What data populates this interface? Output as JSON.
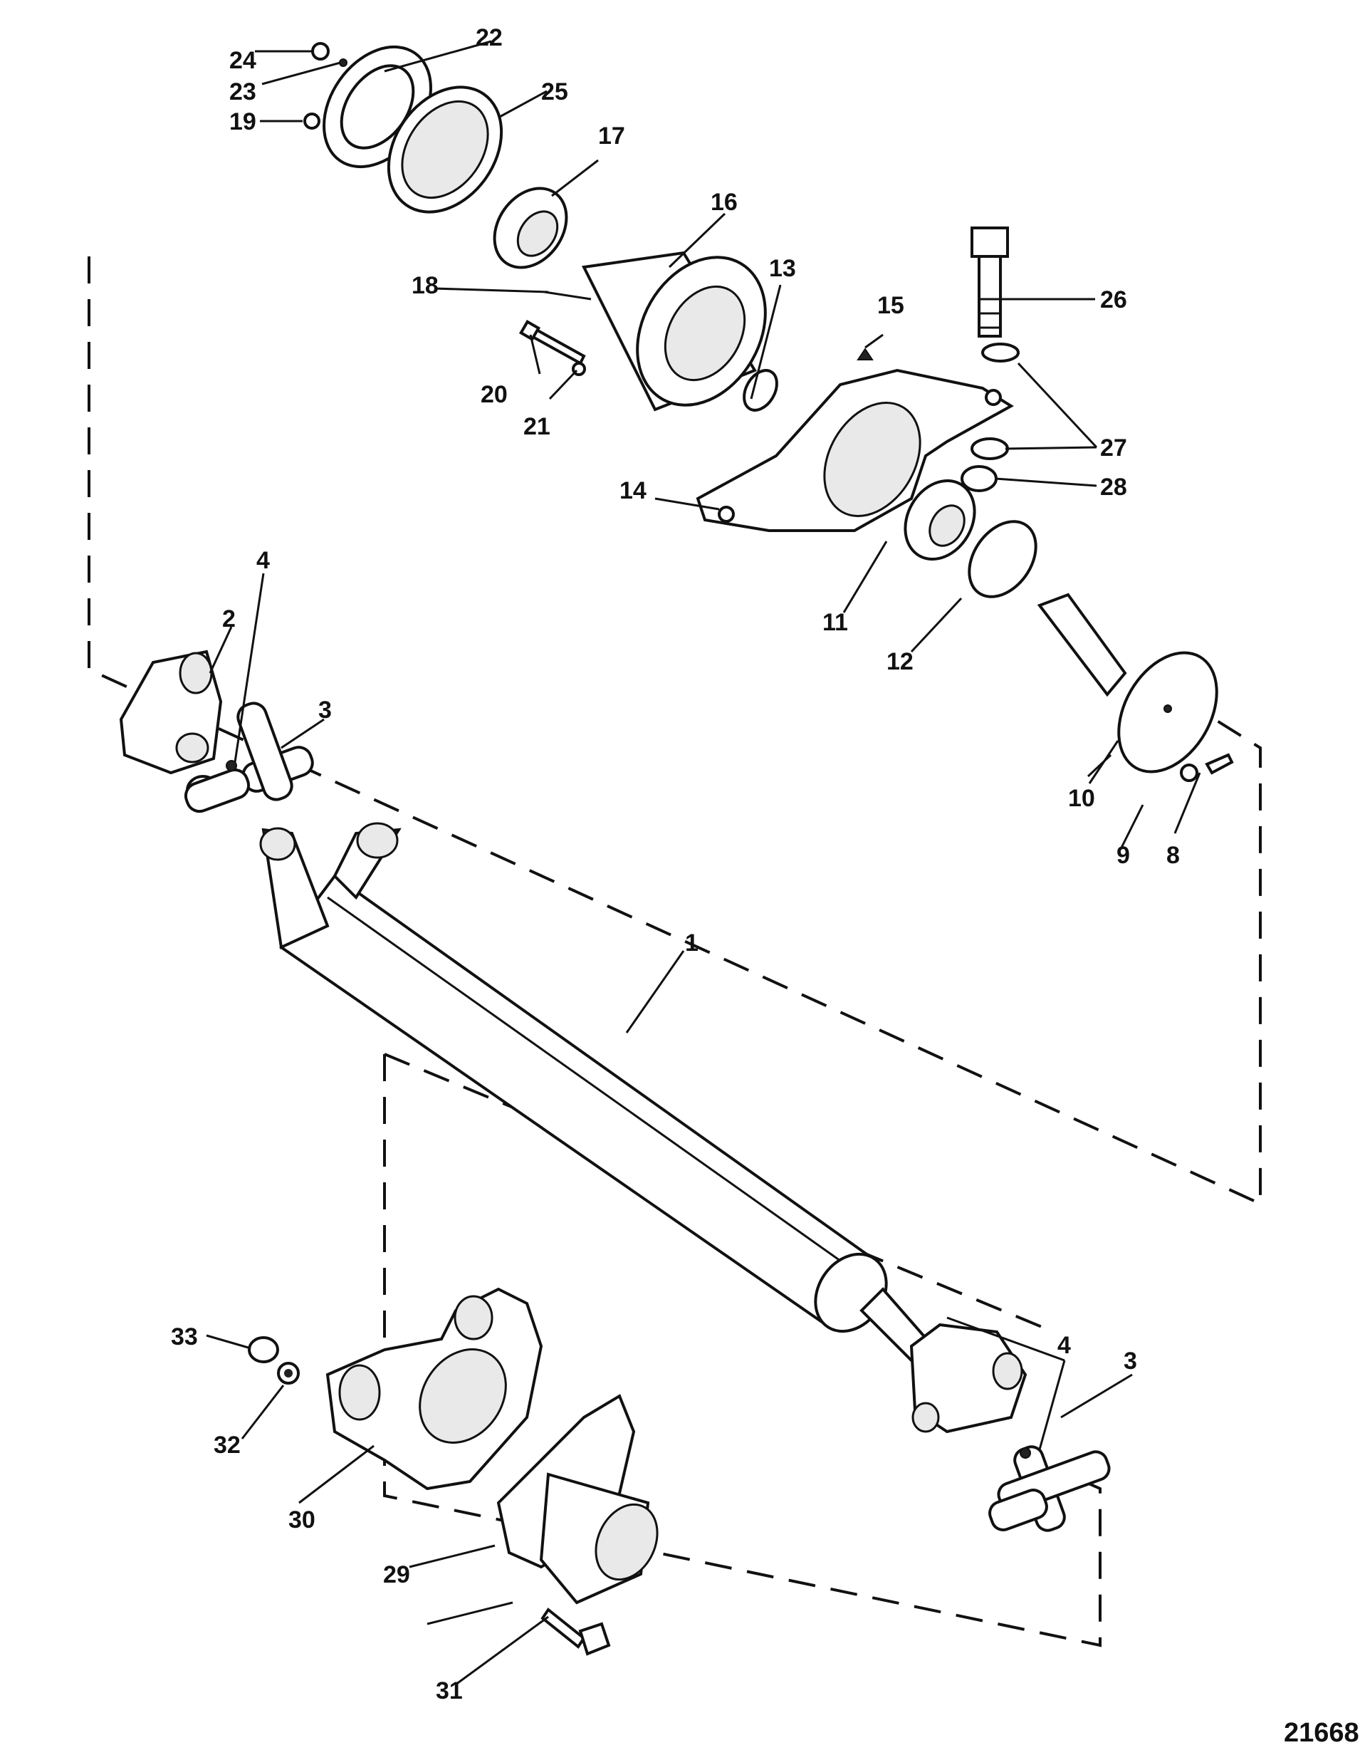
{
  "figure_number": "21668",
  "callouts": [
    {
      "id": "c1",
      "label": "1"
    },
    {
      "id": "c2",
      "label": "2"
    },
    {
      "id": "c3a",
      "label": "3"
    },
    {
      "id": "c3b",
      "label": "3"
    },
    {
      "id": "c4a",
      "label": "4"
    },
    {
      "id": "c4b",
      "label": "4"
    },
    {
      "id": "c8",
      "label": "8"
    },
    {
      "id": "c9",
      "label": "9"
    },
    {
      "id": "c10",
      "label": "10"
    },
    {
      "id": "c11",
      "label": "11"
    },
    {
      "id": "c12",
      "label": "12"
    },
    {
      "id": "c13",
      "label": "13"
    },
    {
      "id": "c14",
      "label": "14"
    },
    {
      "id": "c15",
      "label": "15"
    },
    {
      "id": "c16",
      "label": "16"
    },
    {
      "id": "c17",
      "label": "17"
    },
    {
      "id": "c18",
      "label": "18"
    },
    {
      "id": "c19",
      "label": "19"
    },
    {
      "id": "c20",
      "label": "20"
    },
    {
      "id": "c21",
      "label": "21"
    },
    {
      "id": "c22",
      "label": "22"
    },
    {
      "id": "c23",
      "label": "23"
    },
    {
      "id": "c24",
      "label": "24"
    },
    {
      "id": "c25",
      "label": "25"
    },
    {
      "id": "c26",
      "label": "26"
    },
    {
      "id": "c27",
      "label": "27"
    },
    {
      "id": "c28",
      "label": "28"
    },
    {
      "id": "c29",
      "label": "29"
    },
    {
      "id": "c30",
      "label": "30"
    },
    {
      "id": "c31",
      "label": "31"
    },
    {
      "id": "c32",
      "label": "32"
    },
    {
      "id": "c33",
      "label": "33"
    }
  ]
}
